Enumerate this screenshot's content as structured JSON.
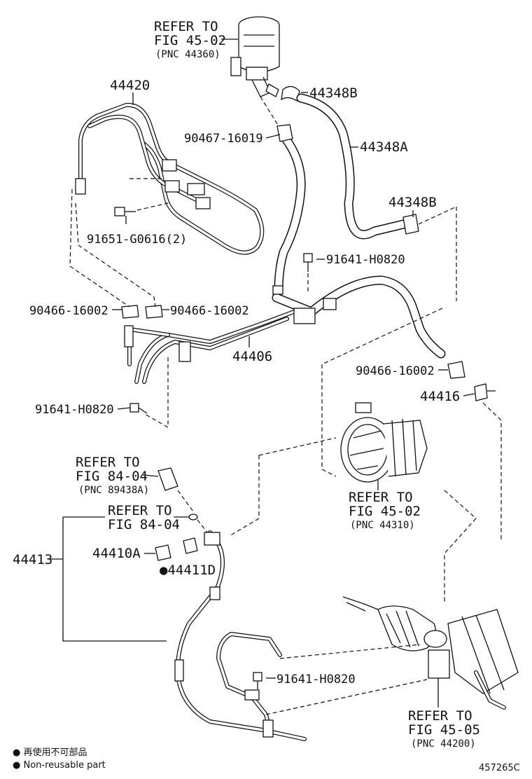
{
  "labels": {
    "refer_4502_top_1": "REFER TO",
    "refer_4502_top_2": "FIG 45-02",
    "refer_4502_top_3": "(PNC 44360)",
    "p44420": "44420",
    "p44348B_top": "44348B",
    "p90467": "90467-16019",
    "p44348A": "44348A",
    "p44348B_mid": "44348B",
    "p91651": "91651-G0616(2)",
    "p91641_a": "91641-H0820",
    "p90466_a": "90466-16002",
    "p90466_b": "90466-16002",
    "p44406": "44406",
    "p90466_c": "90466-16002",
    "p44416": "44416",
    "p91641_b": "91641-H0820",
    "refer_8404_a_1": "REFER TO",
    "refer_8404_a_2": "FIG 84-04",
    "refer_8404_a_3": "(PNC 89438A)",
    "refer_8404_b_1": "REFER TO",
    "refer_8404_b_2": "FIG 84-04",
    "refer_4502_mid_1": "REFER TO",
    "refer_4502_mid_2": "FIG 45-02",
    "refer_4502_mid_3": "(PNC 44310)",
    "p44413": "44413",
    "p44410A": "44410A",
    "p44411D": "●44411D",
    "p91641_c": "91641-H0820",
    "refer_4505_1": "REFER TO",
    "refer_4505_2": "FIG 45-05",
    "refer_4505_3": "(PNC 44200)"
  },
  "footer": {
    "legend_jp": "● 再使用不可部品",
    "legend_en": "● Non-reusable part",
    "figure_code": "457265C"
  }
}
